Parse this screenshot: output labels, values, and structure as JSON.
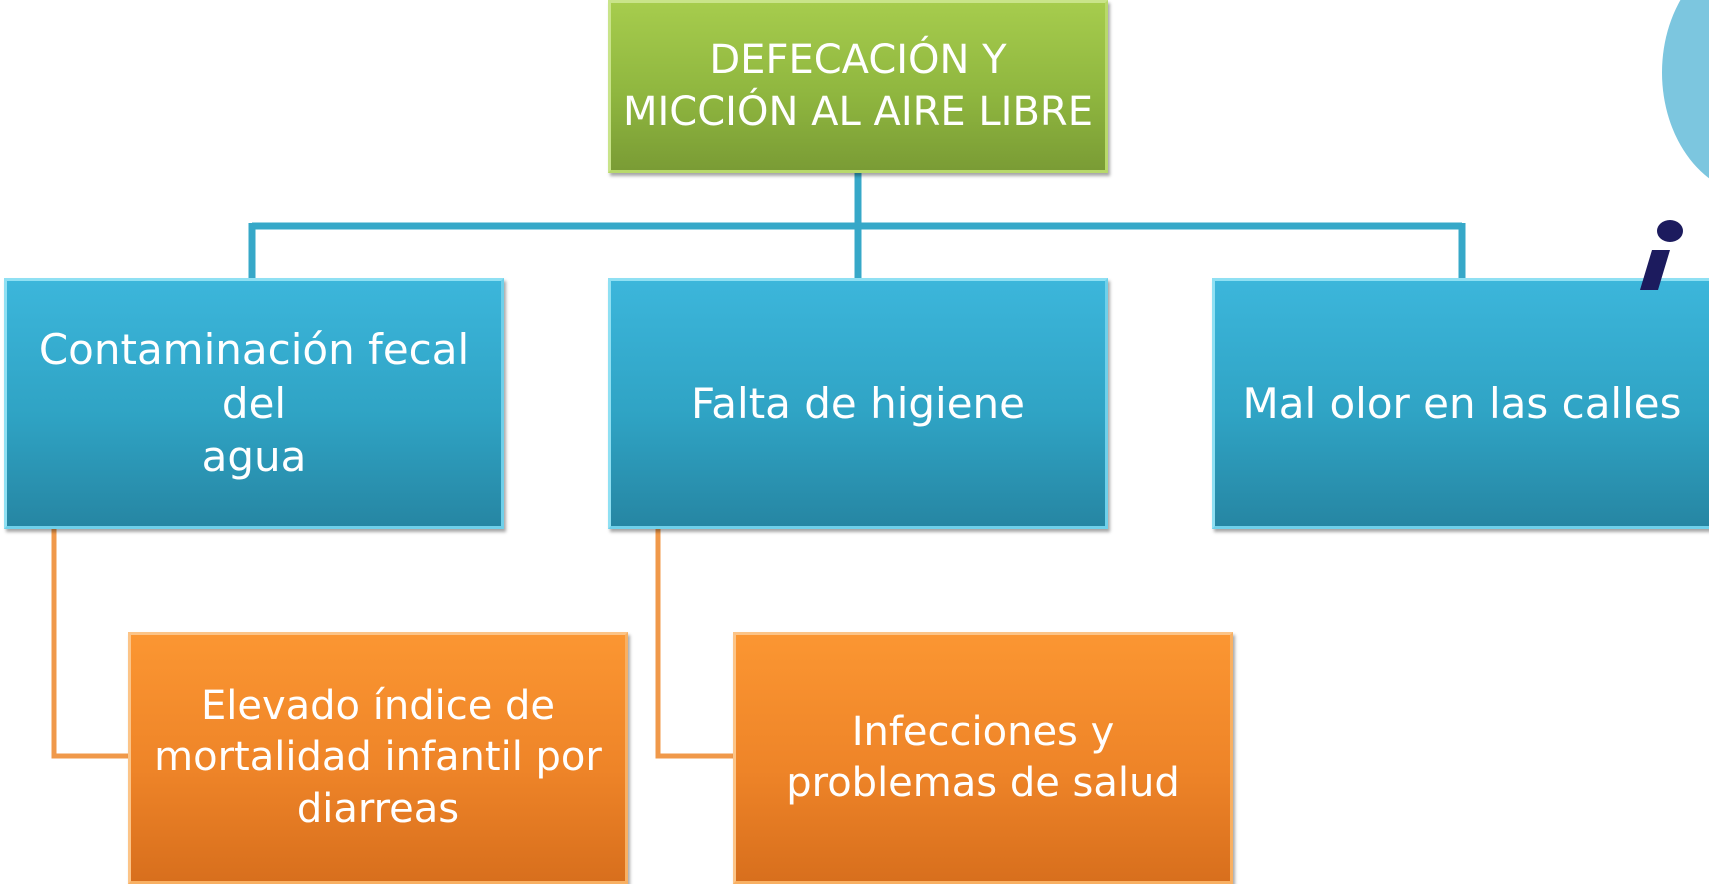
{
  "diagram": {
    "root": {
      "lines": [
        "DEFECACIÓN Y",
        "MICCIÓN AL AIRE LIBRE"
      ],
      "color": "#8fb63f"
    },
    "level1": [
      {
        "id": "contaminacion",
        "lines": [
          "Contaminación fecal del",
          "agua"
        ],
        "color": "#2fa3c4"
      },
      {
        "id": "higiene",
        "lines": [
          "Falta de higiene"
        ],
        "color": "#2fa3c4"
      },
      {
        "id": "olor",
        "lines": [
          "Mal olor en las calles"
        ],
        "color": "#2fa3c4"
      }
    ],
    "level2": [
      {
        "id": "mortalidad",
        "parent": "contaminacion",
        "lines": [
          "Elevado índice de",
          "mortalidad infantil por",
          "diarreas"
        ],
        "color": "#ee8428"
      },
      {
        "id": "infecciones",
        "parent": "higiene",
        "lines": [
          "Infecciones y",
          "problemas de salud"
        ],
        "color": "#ee8428"
      }
    ],
    "connector_colors": {
      "level1": "#36a8c8",
      "level2": "#f0994a"
    }
  }
}
